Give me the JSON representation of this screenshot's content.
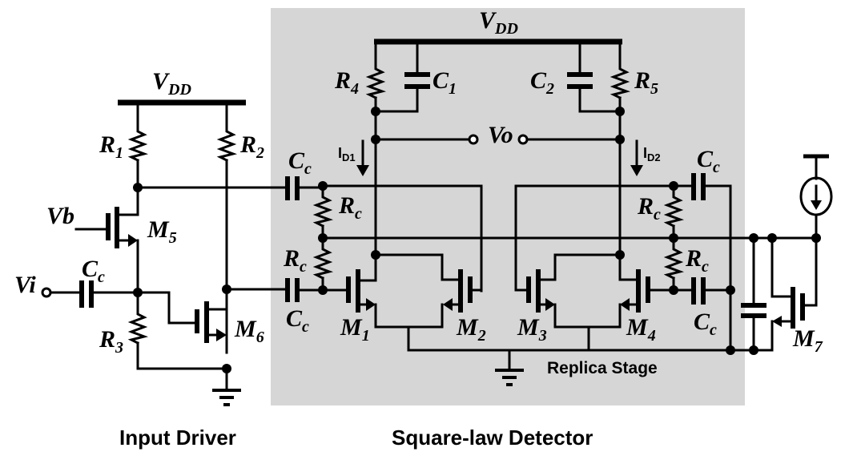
{
  "diagram": {
    "type": "circuit-schematic",
    "colors": {
      "background": "#ffffff",
      "detector_box": "#d6d6d6",
      "wire": "#000000"
    },
    "blocks": {
      "input_driver": "Input Driver",
      "detector": "Square-law Detector",
      "replica": "Replica Stage"
    },
    "supply": {
      "main": "V",
      "sub": "DD"
    },
    "labels": {
      "vi": "Vi",
      "vb": "Vb",
      "vo": "Vo",
      "r1": {
        "main": "R",
        "sub": "1"
      },
      "r2": {
        "main": "R",
        "sub": "2"
      },
      "r3": {
        "main": "R",
        "sub": "3"
      },
      "r4": {
        "main": "R",
        "sub": "4"
      },
      "r5": {
        "main": "R",
        "sub": "5"
      },
      "c1": {
        "main": "C",
        "sub": "1"
      },
      "c2": {
        "main": "C",
        "sub": "2"
      },
      "rc": {
        "main": "R",
        "sub": "c"
      },
      "cc": {
        "main": "C",
        "sub": "c"
      },
      "m1": {
        "main": "M",
        "sub": "1"
      },
      "m2": {
        "main": "M",
        "sub": "2"
      },
      "m3": {
        "main": "M",
        "sub": "3"
      },
      "m4": {
        "main": "M",
        "sub": "4"
      },
      "m5": {
        "main": "M",
        "sub": "5"
      },
      "m6": {
        "main": "M",
        "sub": "6"
      },
      "m7": {
        "main": "M",
        "sub": "7"
      },
      "id1": {
        "main": "I",
        "sub": "D1"
      },
      "id2": {
        "main": "I",
        "sub": "D2"
      }
    }
  }
}
